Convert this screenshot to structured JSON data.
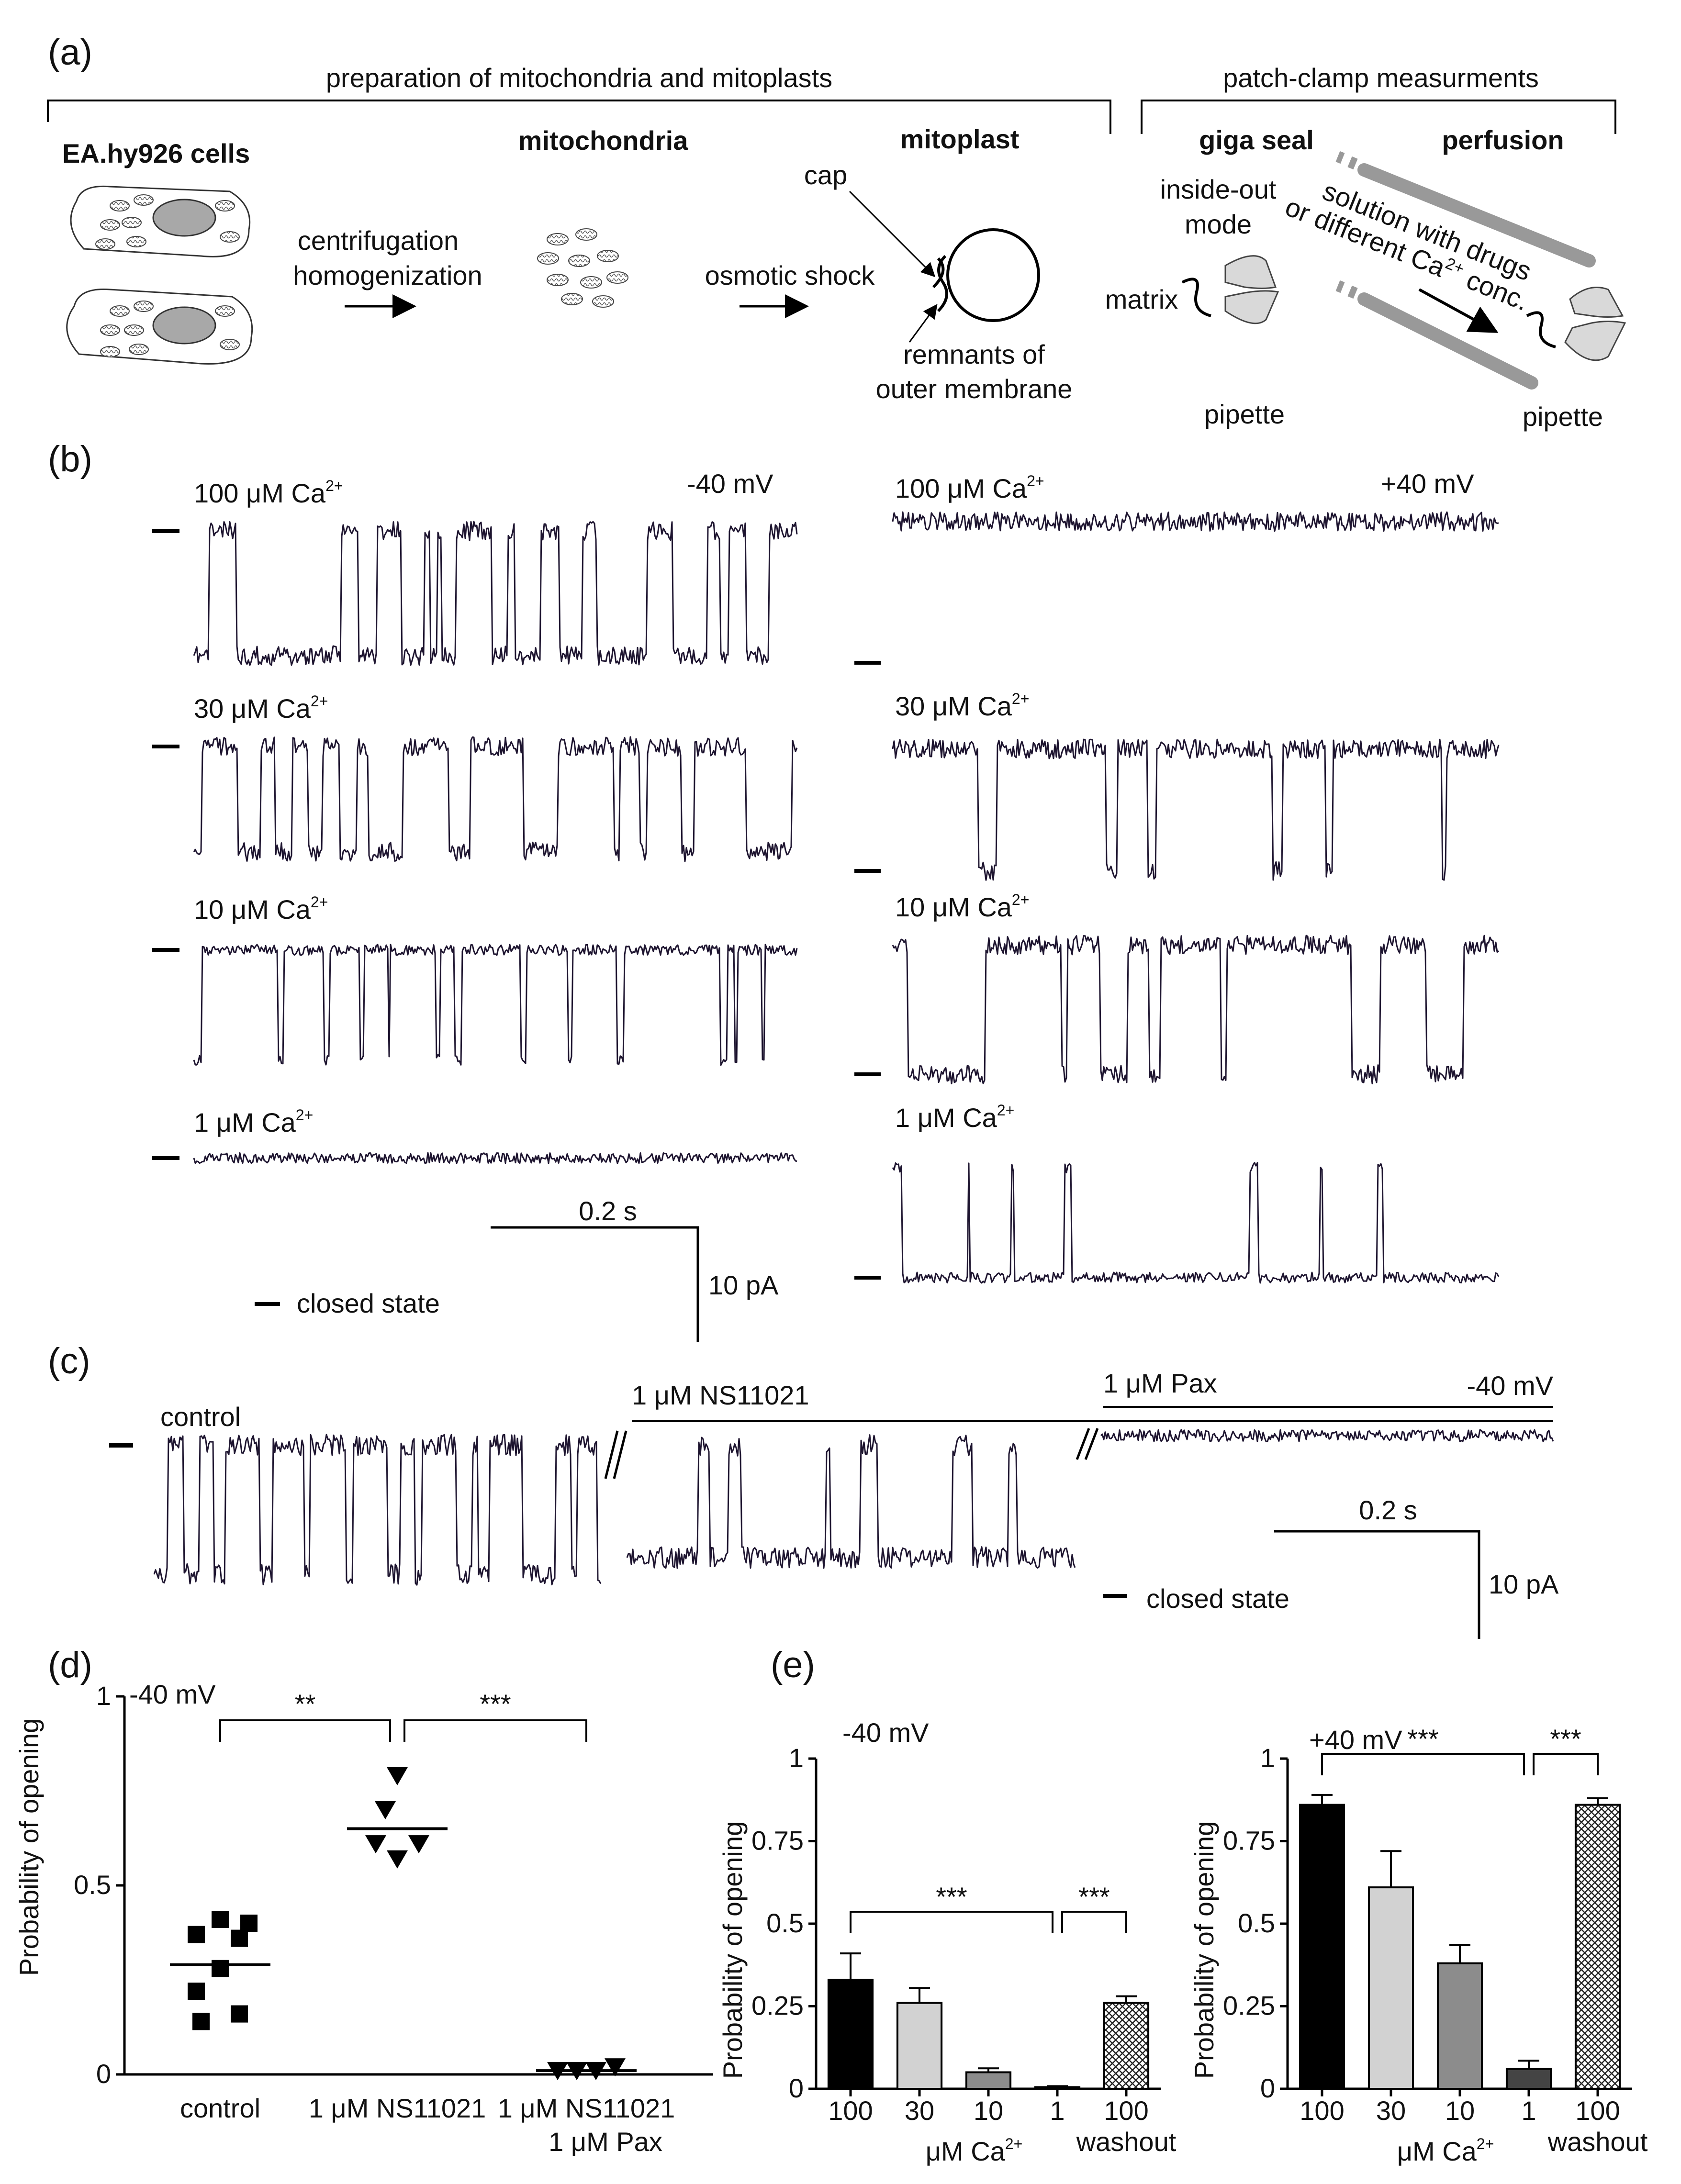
{
  "panel_a": {
    "letter": "(a)",
    "prep_title": "preparation of mitochondria and mitoplasts",
    "patch_title": "patch-clamp measurments",
    "cells_label": "EA.hy926 cells",
    "step1_line1": "centrifugation",
    "step1_line2": "homogenization",
    "mito_label": "mitochondria",
    "step2": "osmotic shock",
    "mitoplast_label": "mitoplast",
    "cap_label": "cap",
    "remnants_line1": "remnants of",
    "remnants_line2": "outer membrane",
    "giga_seal": "giga seal",
    "inside_out_line1": "inside-out",
    "inside_out_line2": "mode",
    "matrix": "matrix",
    "pipette_left": "pipette",
    "perfusion": "perfusion",
    "solution_line1": "solution with drugs",
    "solution_line2": "or different Ca",
    "solution_sup": "2+",
    "solution_line2b": " conc.",
    "pipette_right": "pipette"
  },
  "panel_b": {
    "letter": "(b)",
    "left_voltage": "-40 mV",
    "right_voltage": "+40 mV",
    "ca_unit": "μM Ca",
    "ca_sup": "2+",
    "concentrations": [
      "100",
      "30",
      "10",
      "1"
    ],
    "scale_time": "0.2 s",
    "scale_current": "10 pA",
    "closed_state": "closed state"
  },
  "panel_c": {
    "letter": "(c)",
    "control": "control",
    "ns_label": "1 μM NS11021",
    "pax_label": "1 μM Pax",
    "voltage": "-40 mV",
    "scale_time": "0.2 s",
    "scale_current": "10 pA",
    "closed_state": "closed state"
  },
  "chart_data": [
    {
      "panel": "(d)",
      "type": "scatter",
      "voltage": "-40 mV",
      "ylabel": "Probability of opening",
      "ylim": [
        0,
        1
      ],
      "yticks": [
        "0",
        "0.5",
        "1"
      ],
      "categories": [
        "control",
        "1 μM NS11021",
        "1 μM NS11021\n1 μM Pax"
      ],
      "category_line1": [
        "control",
        "1 μM NS11021",
        "1 μM NS11021"
      ],
      "category_line2": [
        "",
        "",
        "1 μM Pax"
      ],
      "points": [
        [
          0.41,
          0.4,
          0.37,
          0.36,
          0.28,
          0.22,
          0.16,
          0.14
        ],
        [
          0.79,
          0.7,
          0.61,
          0.61,
          0.57
        ],
        [
          0.01,
          0.01,
          0.01,
          0.02
        ]
      ],
      "means": [
        0.29,
        0.65,
        0.01
      ],
      "significance": [
        {
          "from": 0,
          "to": 1,
          "label": "**"
        },
        {
          "from": 1,
          "to": 2,
          "label": "***"
        }
      ]
    },
    {
      "panel": "(e)",
      "type": "bar",
      "voltage": "-40 mV",
      "ylabel": "Probability of opening",
      "xlabel_main": "μM Ca",
      "xlabel_sup": "2+",
      "ylim": [
        0,
        1
      ],
      "yticks": [
        "0",
        "0.25",
        "0.5",
        "0.75",
        "1"
      ],
      "categories": [
        "100",
        "30",
        "10",
        "1",
        "100"
      ],
      "extra_label": "washout",
      "values": [
        0.33,
        0.26,
        0.05,
        0.005,
        0.26
      ],
      "errors": [
        0.08,
        0.045,
        0.012,
        0.003,
        0.02
      ],
      "colors": [
        "#000000",
        "#d2d2d2",
        "#8c8c8c",
        "#444444",
        "hatch"
      ],
      "significance": [
        {
          "from": 0,
          "to": 3,
          "label": "***"
        },
        {
          "from": 3,
          "to": 4,
          "label": "***"
        }
      ]
    },
    {
      "panel": "(e)",
      "type": "bar",
      "voltage": "+40 mV",
      "ylabel": "Probability of opening",
      "xlabel_main": "μM Ca",
      "xlabel_sup": "2+",
      "ylim": [
        0,
        1
      ],
      "yticks": [
        "0",
        "0.25",
        "0.5",
        "0.75",
        "1"
      ],
      "categories": [
        "100",
        "30",
        "10",
        "1",
        "100"
      ],
      "extra_label": "washout",
      "values": [
        0.86,
        0.61,
        0.38,
        0.06,
        0.86
      ],
      "errors": [
        0.03,
        0.11,
        0.055,
        0.025,
        0.02
      ],
      "colors": [
        "#000000",
        "#d2d2d2",
        "#8c8c8c",
        "#444444",
        "hatch"
      ],
      "significance": [
        {
          "from": 0,
          "to": 3,
          "label": "***"
        },
        {
          "from": 3,
          "to": 4,
          "label": "***"
        }
      ]
    }
  ],
  "panel_d": {
    "letter": "(d)"
  },
  "panel_e": {
    "letter": "(e)"
  }
}
